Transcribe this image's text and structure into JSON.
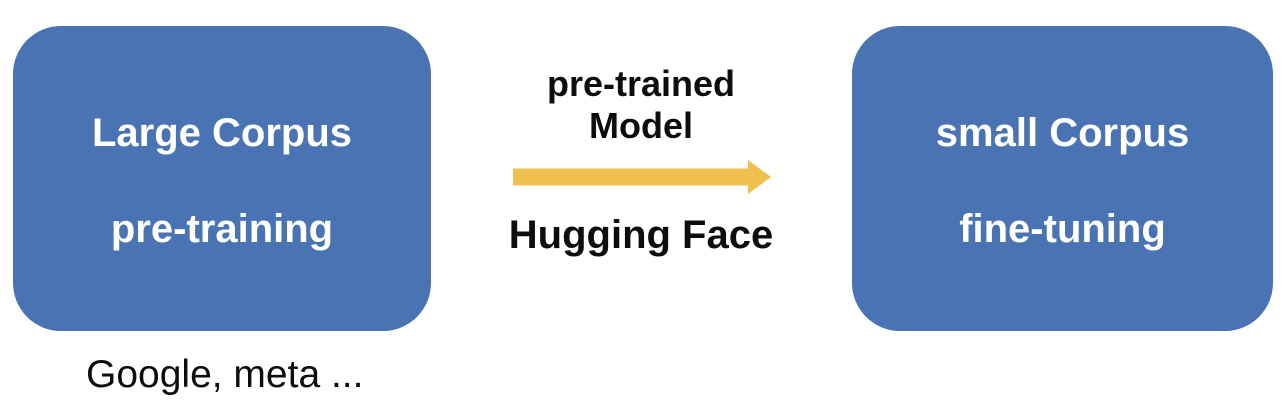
{
  "colors": {
    "box_fill": "#4A73B4",
    "box_text": "#FFFFFF",
    "arrow_fill": "#F0C04E",
    "label_text": "#0D0D0D",
    "background": "#FFFFFF"
  },
  "left_box": {
    "title": "Large Corpus",
    "subtitle": "pre-training"
  },
  "right_box": {
    "title": "small Corpus",
    "subtitle": "fine-tuning"
  },
  "arrow": {
    "icon": "right-arrow-icon",
    "direction": "right",
    "label_line1": "pre-trained",
    "label_line2": "Model",
    "label_bottom": "Hugging Face"
  },
  "caption": {
    "text": "Google, meta ..."
  }
}
